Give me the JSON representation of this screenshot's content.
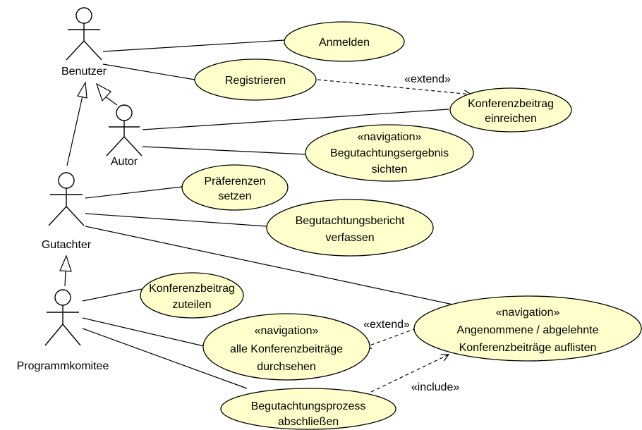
{
  "actors": {
    "benutzer": "Benutzer",
    "autor": "Autor",
    "gutachter": "Gutachter",
    "programmkomitee": "Programmkomitee"
  },
  "use_cases": {
    "anmelden": [
      "Anmelden"
    ],
    "registrieren": [
      "Registrieren"
    ],
    "einreichen": [
      "Konferenzbeitrag",
      "einreichen"
    ],
    "ergebnis": [
      "«navigation»",
      "Begutachtungsergebnis",
      "sichten"
    ],
    "praeferenzen": [
      "Präferenzen",
      "setzen"
    ],
    "bericht": [
      "Begutachtungsbericht",
      "verfassen"
    ],
    "zuteilen": [
      "Konferenzbeitrag",
      "zuteilen"
    ],
    "durchsehen": [
      "«navigation»",
      "alle Konferenzbeiträge",
      "durchsehen"
    ],
    "auflisten": [
      "«navigation»",
      "Angenommene / abgelehnte",
      "Konferenzbeiträge auflisten"
    ],
    "abschliessen": [
      "Begutachtungsprozess",
      "abschließen"
    ]
  },
  "relations": {
    "extend_1": "«extend»",
    "extend_2": "«extend»",
    "include": "«include»"
  }
}
